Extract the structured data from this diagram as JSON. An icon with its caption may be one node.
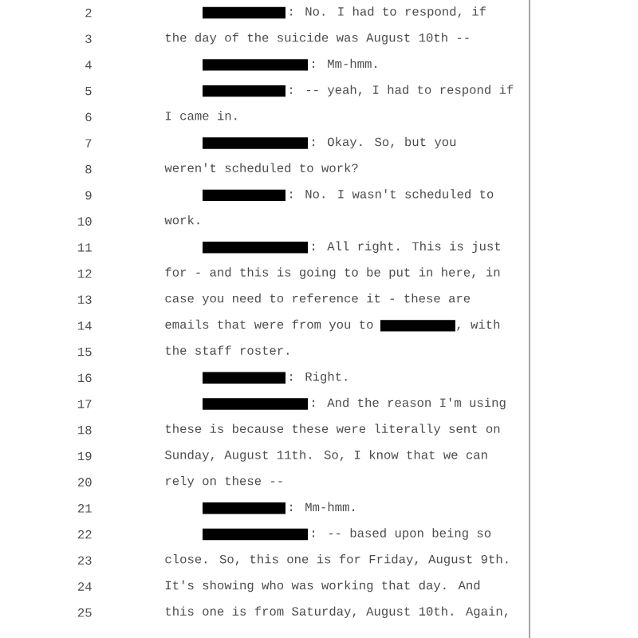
{
  "diagram": {
    "labels": [
      "2",
      ": No. I had to respond, if",
      "3",
      "the day of the suicide was August 10th --",
      "4",
      ": Mm-hmm.",
      "5",
      ": -- yeah, I had to respond if",
      "6",
      "I came in.",
      "7",
      ": Okay. So, but you",
      "8",
      "weren't scheduled to work?",
      "9",
      ": No. I wasn't scheduled to",
      "10",
      "work.",
      "11",
      ": All right. This is just",
      "12",
      "for - and this is going to be put in here, in",
      "13",
      "case you need to reference it - these are",
      "14",
      "emails that were from you to",
      ", with",
      "15",
      "the staff roster.",
      "16",
      ": Right.",
      "17",
      ": And the reason I'm using",
      "18",
      "these is because these were literally sent on",
      "19",
      "Sunday, August 11th. So, I know that we can",
      "20",
      "rely on these --",
      "21",
      ": Mm-hmm.",
      "22",
      ": -- based upon being so",
      "23",
      "close. So, this one is for Friday, August 9th.",
      "24",
      "It's showing who was working that day. And",
      "25",
      "this one is from Saturday, August 10th. Again,"
    ]
  }
}
